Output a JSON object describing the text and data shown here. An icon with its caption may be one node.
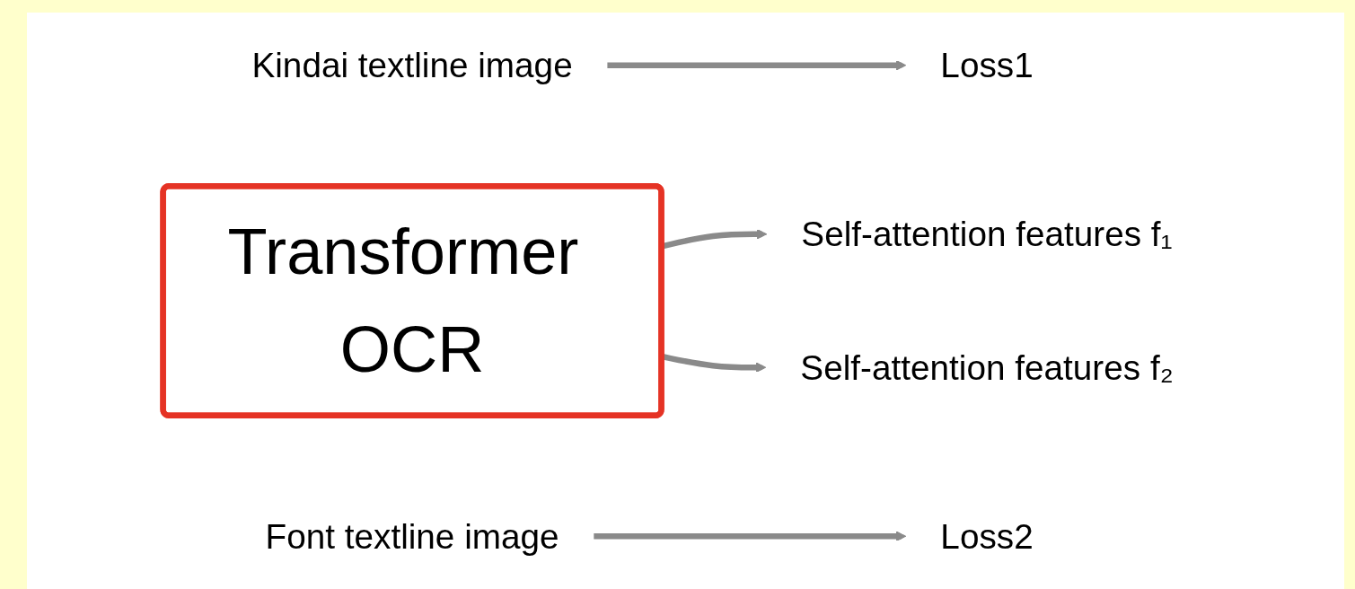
{
  "diagram": {
    "nodes": [
      {
        "text": [
          "Self-attention features f₁"
        ]
      },
      {
        "text": [
          "Kindai textline image"
        ]
      },
      {
        "text": [
          "Transformer OCR"
        ]
      },
      {
        "text": [
          "Loss1"
        ]
      },
      {
        "text": [
          "Font textline image"
        ]
      },
      {
        "text": [
          "Loss2"
        ]
      },
      {
        "text": [
          "Self-attention features f₂"
        ]
      }
    ],
    "edges": [
      {
        "from": 1,
        "to": 3,
        "arrow": "to"
      },
      {
        "from": 4,
        "to": 5,
        "arrow": "to"
      },
      {
        "from": 2,
        "to": 0,
        "arrow": "to"
      },
      {
        "from": 2,
        "to": 6,
        "arrow": "to"
      }
    ]
  }
}
